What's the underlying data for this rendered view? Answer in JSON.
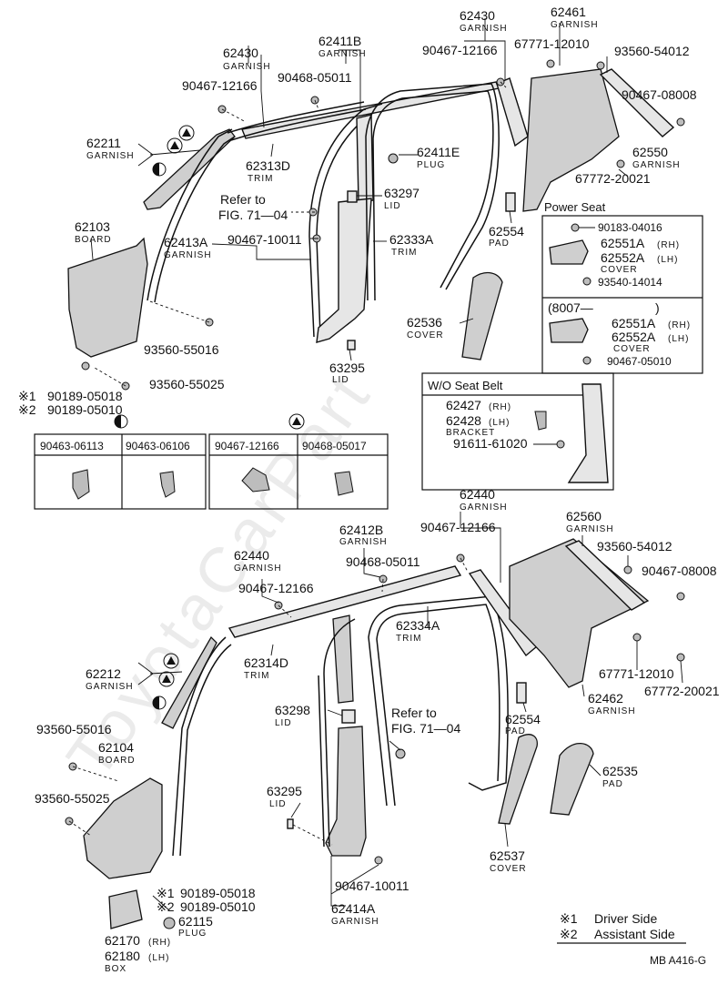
{
  "diagram": {
    "watermark": "ToyotaCarPart",
    "code": "MB  A416-G",
    "legend": [
      {
        "mark": "※1",
        "text": "Driver Side"
      },
      {
        "mark": "※2",
        "text": "Assistant Side"
      }
    ],
    "top": {
      "parts": {
        "p62430_left": {
          "num": "62430",
          "name": "GARNISH"
        },
        "p62411b": {
          "num": "62411B",
          "name": "GARNISH"
        },
        "p62430_right": {
          "num": "62430",
          "name": "GARNISH"
        },
        "p62461": {
          "num": "62461",
          "name": "GARNISH"
        },
        "p62211": {
          "num": "62211",
          "name": "GARNISH"
        },
        "p62313d": {
          "num": "62313D",
          "name": "TRIM"
        },
        "p62411e": {
          "num": "62411E",
          "name": "PLUG"
        },
        "p63297": {
          "num": "63297",
          "name": "LID"
        },
        "p62103": {
          "num": "62103",
          "name": "BOARD"
        },
        "p62413a": {
          "num": "62413A",
          "name": "GARNISH"
        },
        "p62333a": {
          "num": "62333A",
          "name": "TRIM"
        },
        "p62554": {
          "num": "62554",
          "name": "PAD"
        },
        "p62550": {
          "num": "62550",
          "name": "GARNISH"
        },
        "p62536": {
          "num": "62536",
          "name": "COVER"
        },
        "p63295": {
          "num": "63295",
          "name": "LID"
        }
      },
      "fasteners": {
        "f90467_12166a": "90467-12166",
        "f90468_05011": "90468-05011",
        "f90467_12166b": "90467-12166",
        "f67771_12010": "67771-12010",
        "f93560_54012": "93560-54012",
        "f90467_08008": "90467-08008",
        "f67772_20021": "67772-20021",
        "f90467_10011": "90467-10011",
        "f93560_55016": "93560-55016",
        "f93560_55025": "93560-55025",
        "f90189_05018": "90189-05018",
        "f90189_05010": "90189-05010"
      },
      "marks": {
        "m1": "※1",
        "m2": "※2"
      },
      "refer": {
        "line1": "Refer to",
        "line2": "FIG. 71—04"
      }
    },
    "power_seat": {
      "title": "Power Seat",
      "f1": "90183-04016",
      "a_num": "62551A",
      "a_side": "(RH)",
      "b_num": "62552A",
      "b_side": "(LH)",
      "cover": "COVER",
      "f2": "93540-14014",
      "from": "(8007—",
      "from_end": ")",
      "a2_num": "62551A",
      "a2_side": "(RH)",
      "b2_num": "62552A",
      "b2_side": "(LH)",
      "cover2": "COVER",
      "f3": "90467-05010"
    },
    "wo_seat_belt": {
      "title": "W/O Seat Belt",
      "rh_num": "62427",
      "rh_side": "(RH)",
      "lh_num": "62428",
      "lh_side": "(LH)",
      "bracket": "BRACKET",
      "bolt": "91611-61020"
    },
    "clip_table_1": {
      "c1": "90463-06113",
      "c2": "90463-06106"
    },
    "clip_table_2": {
      "c1": "90467-12166",
      "c2": "90468-05017"
    },
    "bottom": {
      "parts": {
        "p62440_top": {
          "num": "62440",
          "name": "GARNISH"
        },
        "p62560": {
          "num": "62560",
          "name": "GARNISH"
        },
        "p62412b": {
          "num": "62412B",
          "name": "GARNISH"
        },
        "p62440_left": {
          "num": "62440",
          "name": "GARNISH"
        },
        "p62334a": {
          "num": "62334A",
          "name": "TRIM"
        },
        "p62212": {
          "num": "62212",
          "name": "GARNISH"
        },
        "p62314d": {
          "num": "62314D",
          "name": "TRIM"
        },
        "p62462": {
          "num": "62462",
          "name": "GARNISH"
        },
        "p63298": {
          "num": "63298",
          "name": "LID"
        },
        "p62554": {
          "num": "62554",
          "name": "PAD"
        },
        "p62104": {
          "num": "62104",
          "name": "BOARD"
        },
        "p62535": {
          "num": "62535",
          "name": "PAD"
        },
        "p63295": {
          "num": "63295",
          "name": "LID"
        },
        "p62537": {
          "num": "62537",
          "name": "COVER"
        },
        "p62414a": {
          "num": "62414A",
          "name": "GARNISH"
        },
        "p62115": {
          "num": "62115",
          "name": "PLUG"
        },
        "p62170": {
          "num": "62170",
          "side": "(RH)"
        },
        "p62180": {
          "num": "62180",
          "side": "(LH)",
          "name": "BOX"
        }
      },
      "fasteners": {
        "f90467_12166a": "90467-12166",
        "f93560_54012": "93560-54012",
        "f90468_05011": "90468-05011",
        "f90467_12166b": "90467-12166",
        "f90467_08008": "90467-08008",
        "f67771_12010": "67771-12010",
        "f67772_20021": "67772-20021",
        "f93560_55016": "93560-55016",
        "f93560_55025": "93560-55025",
        "f90467_10011": "90467-10011",
        "f90189_05018": "90189-05018",
        "f90189_05010": "90189-05010"
      },
      "marks": {
        "m1": "※1",
        "m2": "※2"
      },
      "refer": {
        "line1": "Refer to",
        "line2": "FIG. 71—04"
      }
    }
  }
}
